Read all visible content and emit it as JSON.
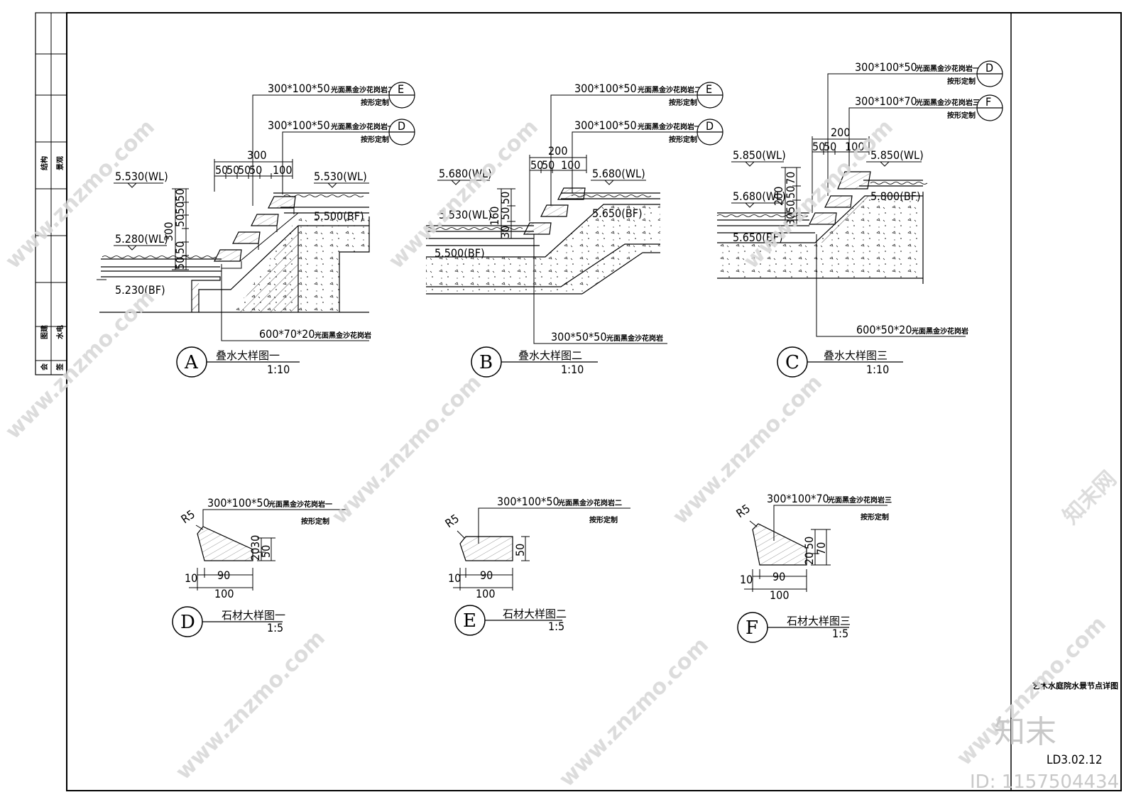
{
  "sheet": {
    "drawing_title": "艺术水庭院水景节点详图",
    "drawing_number": "LD3.02.12",
    "left_strip_labels": [
      "结构",
      "景观",
      "图建",
      "水电",
      "会",
      "签"
    ]
  },
  "watermark": {
    "site": "www.znzmo.com",
    "brand_cn": "知末网",
    "logo": "知末",
    "id_text": "ID: 1157504434"
  },
  "details": {
    "A": {
      "letter": "A",
      "name": "叠水大样图一",
      "scale": "1:10",
      "callouts": [
        "300*100*50",
        "光面黑金沙花岗岩二",
        "按形定制",
        "300*100*50",
        "光面黑金沙花岗岩一",
        "按形定制",
        "600*70*20",
        "光面黑金沙花岗岩"
      ],
      "refs": [
        "E",
        "D"
      ],
      "levels": [
        "5.530(WL)",
        "5.530(WL)",
        "5.500(BF)",
        "5.280(WL)",
        "5.230(BF)"
      ],
      "dims": [
        "300",
        "50",
        "50",
        "50",
        "50",
        "100",
        "50",
        "50",
        "50",
        "50",
        "300",
        "50"
      ]
    },
    "B": {
      "letter": "B",
      "name": "叠水大样图二",
      "scale": "1:10",
      "callouts": [
        "300*100*50",
        "光面黑金沙花岗岩二",
        "按形定制",
        "300*100*50",
        "光面黑金沙花岗岩一",
        "按形定制",
        "300*50*50",
        "光面黑金沙花岗岩"
      ],
      "refs": [
        "E",
        "D"
      ],
      "levels": [
        "5.680(WL)",
        "5.680(WL)",
        "5.530(WL)",
        "5.650(BF)",
        "5.500(BF)"
      ],
      "dims": [
        "200",
        "50",
        "50",
        "100",
        "50",
        "50",
        "160",
        "30",
        "50"
      ]
    },
    "C": {
      "letter": "C",
      "name": "叠水大样图三",
      "scale": "1:10",
      "callouts": [
        "300*100*50",
        "光面黑金沙花岗岩一",
        "按形定制",
        "300*100*70",
        "光面黑金沙花岗岩三",
        "按形定制",
        "600*50*20",
        "光面黑金沙花岗岩"
      ],
      "refs": [
        "D",
        "F"
      ],
      "levels": [
        "5.850(WL)",
        "5.850(WL)",
        "5.800(BF)",
        "5.680(WL)",
        "5.650(BF)"
      ],
      "dims": [
        "200",
        "50",
        "50",
        "100",
        "70",
        "50",
        "50",
        "200",
        "30",
        "50"
      ]
    },
    "D": {
      "letter": "D",
      "name": "石材大样图一",
      "scale": "1:5",
      "callouts": [
        "300*100*50",
        "光面黑金沙花岗岩一",
        "按形定制"
      ],
      "dims": [
        "R5",
        "20",
        "30",
        "50",
        "10",
        "90",
        "100"
      ]
    },
    "E": {
      "letter": "E",
      "name": "石材大样图二",
      "scale": "1:5",
      "callouts": [
        "300*100*50",
        "光面黑金沙花岗岩二",
        "按形定制"
      ],
      "dims": [
        "R5",
        "50",
        "10",
        "90",
        "100"
      ]
    },
    "F": {
      "letter": "F",
      "name": "石材大样图三",
      "scale": "1:5",
      "callouts": [
        "300*100*70",
        "光面黑金沙花岗岩三",
        "按形定制"
      ],
      "dims": [
        "R5",
        "20",
        "50",
        "70",
        "10",
        "90",
        "100"
      ]
    }
  }
}
